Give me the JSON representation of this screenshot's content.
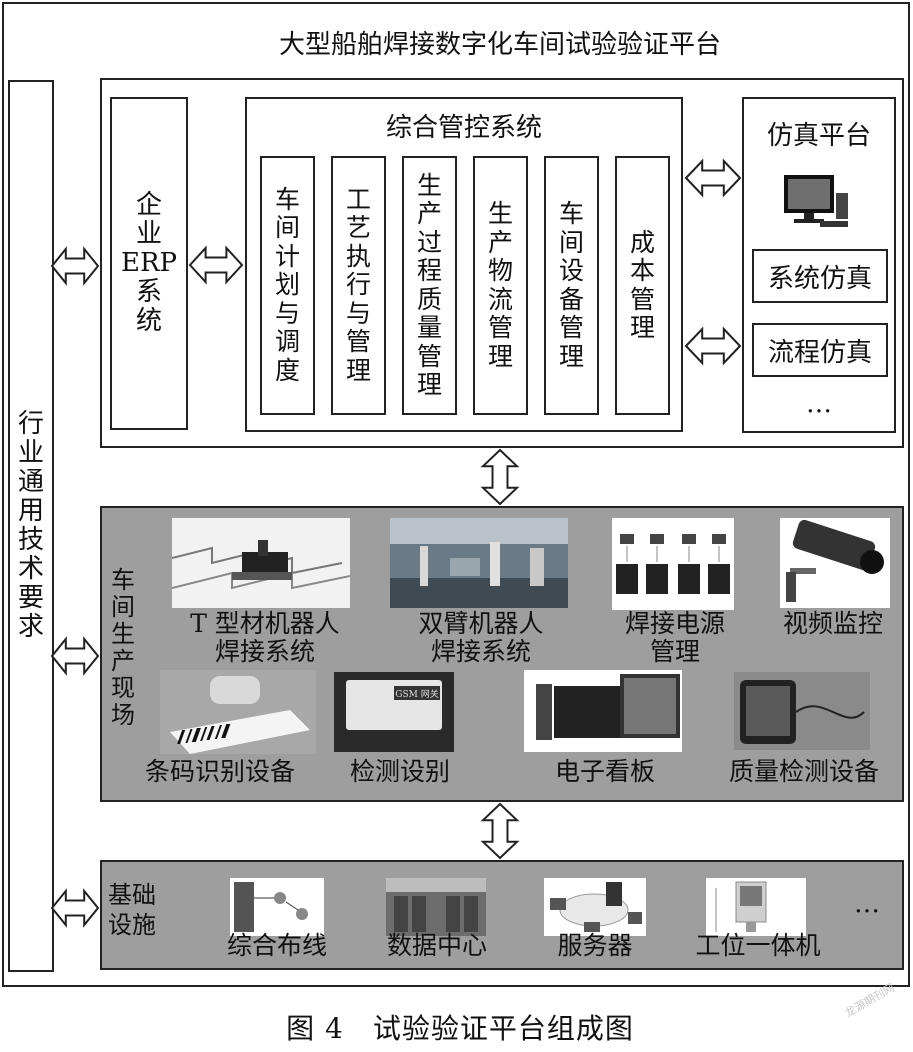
{
  "title": "大型船舶焊接数字化车间试验验证平台",
  "left_column": "行业通用技术要求",
  "erp": [
    "企",
    "业",
    "ERP",
    "系",
    "统"
  ],
  "control": {
    "title": "综合管控系统",
    "modules": [
      "车间计划与调度",
      "工艺执行与管理",
      "生产过程质量管理",
      "生产物流管理",
      "车间设备管理",
      "成本管理"
    ]
  },
  "simulation": {
    "title": "仿真平台",
    "items": [
      "系统仿真",
      "流程仿真"
    ],
    "ellipsis": "…"
  },
  "workshop": {
    "label": "车间生产现场",
    "row1": [
      {
        "line1": "T 型材机器人",
        "line2": "焊接系统"
      },
      {
        "line1": "双臂机器人",
        "line2": "焊接系统"
      },
      {
        "line1": "焊接电源",
        "line2": "管理"
      },
      {
        "line1": "视频监控",
        "line2": ""
      }
    ],
    "row2": [
      "条码识别设备",
      "检测设别",
      "电子看板",
      "质量检测设备"
    ],
    "panel_text": "GSM 网关"
  },
  "infra": {
    "label": "基础设施",
    "items": [
      "综合布线",
      "数据中心",
      "服务器",
      "工位一体机"
    ],
    "ellipsis": "…"
  },
  "caption": "图 4　试验验证平台组成图",
  "watermark": "龙源期刊网",
  "colors": {
    "border": "#222222",
    "grey_panel": "#9e9e9e",
    "background": "#ffffff"
  }
}
